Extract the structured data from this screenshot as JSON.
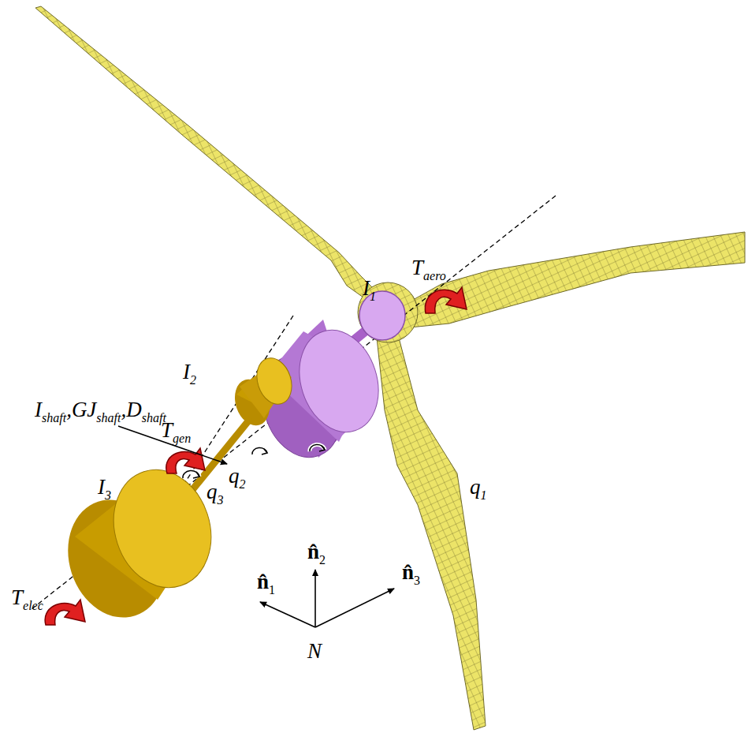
{
  "diagram": {
    "labels": [
      "T",
      "aero",
      "I",
      "1",
      "I",
      "shaft",
      ",GJ",
      "shaft",
      ",D",
      "shaft",
      "I",
      "2",
      "T",
      "gen",
      "q",
      "2",
      "q",
      "1",
      "q",
      "3",
      "I",
      "3",
      "T",
      "elec",
      "n̂",
      "2",
      "n̂",
      "1",
      "n̂",
      "3",
      "N"
    ]
  }
}
